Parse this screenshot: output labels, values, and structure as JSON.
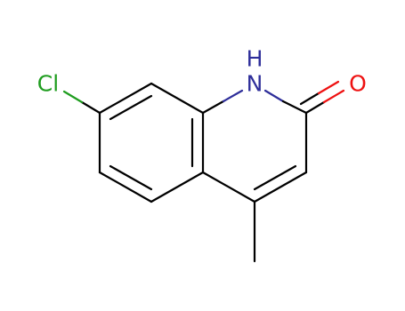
{
  "molecule": {
    "atoms": [
      {
        "id": "Cl",
        "label": "Cl",
        "color": "#1f9d1f"
      },
      {
        "id": "N1",
        "label": "N",
        "color": "#2e2e9a"
      },
      {
        "id": "H1",
        "label": "H",
        "color": "#2e2e9a"
      },
      {
        "id": "O1",
        "label": "O",
        "color": "#ee1111"
      }
    ],
    "colors": {
      "bond": "#000000",
      "chlorine": "#1f9d1f",
      "nitrogen": "#2e2e9a",
      "oxygen": "#ee1111"
    }
  }
}
